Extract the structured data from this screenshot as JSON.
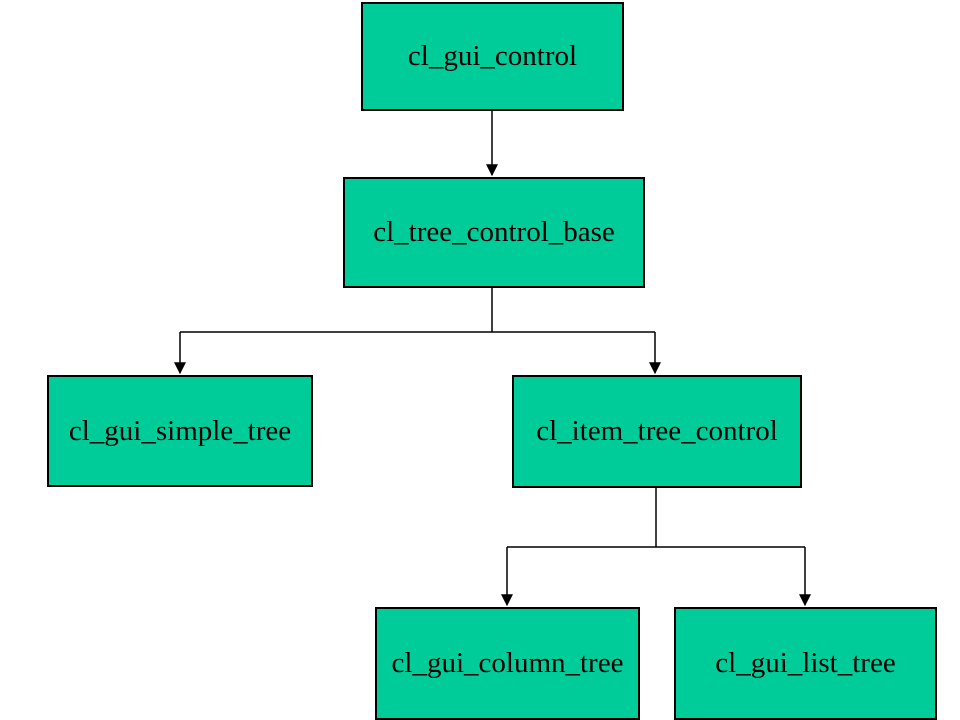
{
  "diagram": {
    "type": "class-hierarchy-tree",
    "colors": {
      "node_fill": "#00cc99",
      "node_border": "#000000",
      "edge_line": "#000000",
      "text": "#000000",
      "background": "#ffffff"
    },
    "nodes": [
      {
        "id": "cl_gui_control",
        "label": "cl_gui_control"
      },
      {
        "id": "cl_tree_control_base",
        "label": "cl_tree_control_base"
      },
      {
        "id": "cl_gui_simple_tree",
        "label": "cl_gui_simple_tree"
      },
      {
        "id": "cl_item_tree_control",
        "label": "cl_item_tree_control"
      },
      {
        "id": "cl_gui_column_tree",
        "label": "cl_gui_column_tree"
      },
      {
        "id": "cl_gui_list_tree",
        "label": "cl_gui_list_tree"
      }
    ],
    "edges": [
      {
        "from": "cl_gui_control",
        "to": "cl_tree_control_base"
      },
      {
        "from": "cl_tree_control_base",
        "to": "cl_gui_simple_tree"
      },
      {
        "from": "cl_tree_control_base",
        "to": "cl_item_tree_control"
      },
      {
        "from": "cl_item_tree_control",
        "to": "cl_gui_column_tree"
      },
      {
        "from": "cl_item_tree_control",
        "to": "cl_gui_list_tree"
      }
    ]
  }
}
